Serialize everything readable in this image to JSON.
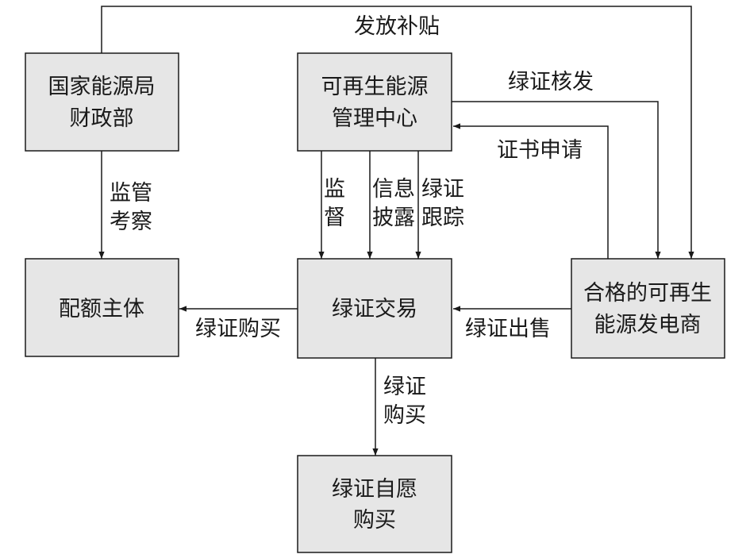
{
  "nodes": {
    "nea": {
      "lines": [
        "国家能源局",
        "财政部"
      ]
    },
    "center": {
      "lines": [
        "可再生能源",
        "管理中心"
      ]
    },
    "quota": {
      "lines": [
        "配额主体"
      ]
    },
    "trade": {
      "lines": [
        "绿证交易"
      ]
    },
    "producer": {
      "lines": [
        "合格的可再生",
        "能源发电商"
      ]
    },
    "voluntary": {
      "lines": [
        "绿证自愿",
        "购买"
      ]
    }
  },
  "edges": {
    "subsidy": {
      "lines": [
        "发放补贴"
      ]
    },
    "supervise_inspect": {
      "lines": [
        "监管",
        "考察"
      ]
    },
    "supervise": {
      "lines": [
        "监",
        "督"
      ]
    },
    "info": {
      "lines": [
        "信息",
        "披露"
      ]
    },
    "track": {
      "lines": [
        "绿证",
        "跟踪"
      ]
    },
    "issue": {
      "lines": [
        "绿证核发"
      ]
    },
    "apply": {
      "lines": [
        "证书申请"
      ]
    },
    "buy_quota": {
      "lines": [
        "绿证购买"
      ]
    },
    "sell": {
      "lines": [
        "绿证出售"
      ]
    },
    "buy_voluntary": {
      "lines": [
        "绿证",
        "购买"
      ]
    }
  }
}
